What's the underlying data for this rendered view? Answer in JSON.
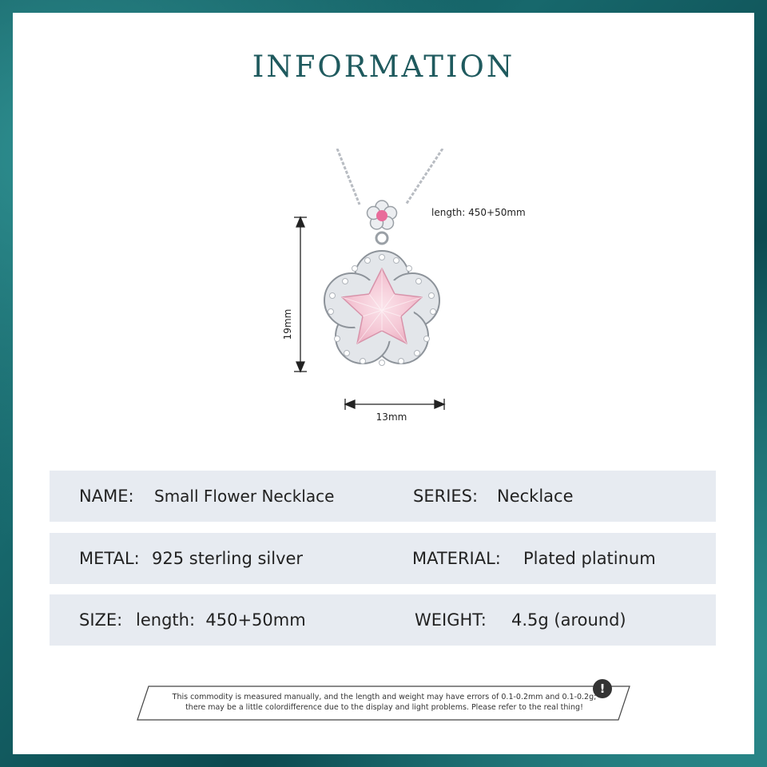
{
  "title": "INFORMATION",
  "dimensions": {
    "chain_length": "length: 450+50mm",
    "height": "19mm",
    "width": "13mm"
  },
  "specs": [
    {
      "label1": "NAME:",
      "value1": "Small Flower Necklace",
      "label2": "SERIES:",
      "value2": "Necklace"
    },
    {
      "label1": "METAL:",
      "value1": "925 sterling silver",
      "label2": "MATERIAL:",
      "value2": "Plated platinum"
    },
    {
      "label1": "SIZE:",
      "value1": "length:  450+50mm",
      "label2": "WEIGHT:",
      "value2": "4.5g (around)"
    }
  ],
  "notice": {
    "line1": "This commodity is measured manually, and the length and weight may have errors of 0.1-0.2mm and 0.1-0.2g;",
    "line2": "there may be a little colordifference due to the display and light problems. Please refer to the real thing!",
    "icon": "exclamation-icon"
  },
  "colors": {
    "title": "#1f5a5e",
    "row_bg": "#e7ebf1",
    "gem_pink": "#f4c6d4",
    "background_teal": "#17686c"
  }
}
